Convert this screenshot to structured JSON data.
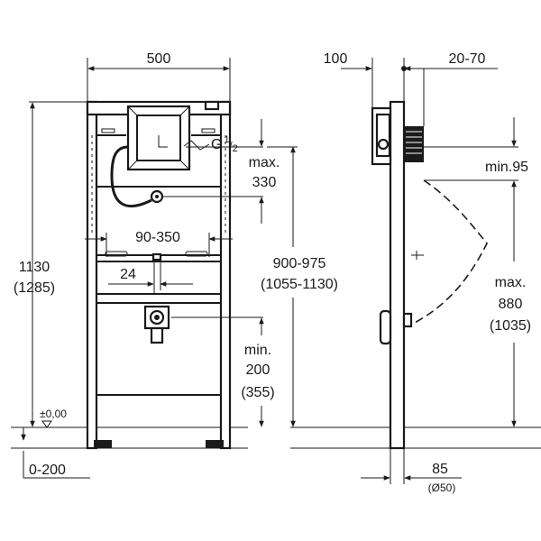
{
  "front_view": {
    "width_label": "500",
    "height_label": "1130",
    "height_alt_label": "(1285)",
    "thread_label_base": "G",
    "thread_label_num": "1",
    "thread_label_den": "2",
    "spacing_max_label": "max.",
    "spacing_max_value": "330",
    "span_label": "90-350",
    "offset_label": "24",
    "inlet_label": "900-975",
    "inlet_alt_label": "(1055-1130)",
    "drain_min_label": "min.",
    "drain_min_value": "200",
    "drain_alt_label": "(355)",
    "level_label": "±0,00",
    "floor_label": "0-200"
  },
  "side_view": {
    "depth_label": "100",
    "wall_label": "20-70",
    "min_label": "min.95",
    "max_label": "max.",
    "max_value": "880",
    "max_alt_value": "(1035)",
    "pipe_label": "85",
    "pipe_dia_label": "(Ø50)"
  }
}
